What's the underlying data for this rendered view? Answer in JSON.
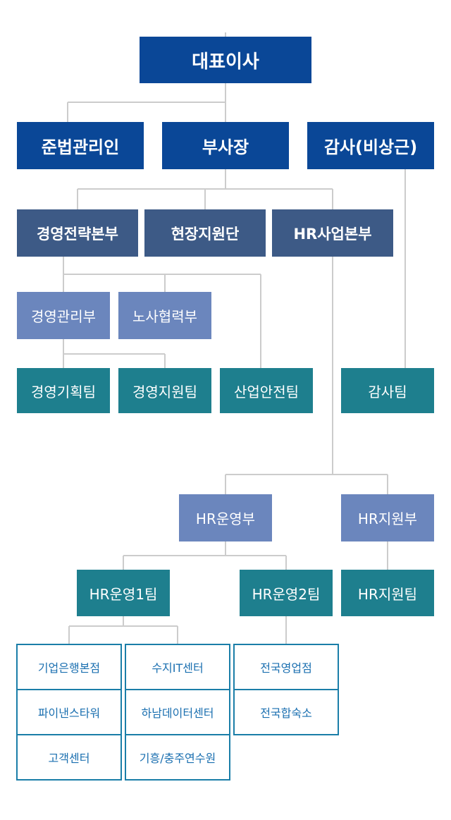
{
  "org": {
    "ceo": "대표이사",
    "compliance": "준법관리인",
    "vp": "부사장",
    "auditor": "감사(비상근)",
    "strategy_hq": "경영전략본부",
    "field_support": "현장지원단",
    "hr_business_hq": "HR사업본부",
    "mgmt_admin": "경영관리부",
    "labor_coop": "노사협력부",
    "mgmt_planning": "경영기획팀",
    "mgmt_support": "경영지원팀",
    "safety": "산업안전팀",
    "audit_team": "감사팀",
    "hr_ops_dept": "HR운영부",
    "hr_support_dept": "HR지원부",
    "hr_ops_team1": "HR운영1팀",
    "hr_ops_team2": "HR운영2팀",
    "hr_support_team": "HR지원팀",
    "team1_sites": [
      "기업은행본점",
      "수지IT센터",
      "파이낸스타워",
      "하남데이터센터",
      "고객센터",
      "기흥/충주연수원"
    ],
    "team2_sites": [
      "전국영업점",
      "전국합숙소"
    ]
  },
  "colors": {
    "level1": "#0a4797",
    "level3": "#3d5a86",
    "level4": "#6b86bd",
    "level5": "#1e7f8e",
    "connector": "#cccccc",
    "leaf_border": "#1a7ea8"
  }
}
